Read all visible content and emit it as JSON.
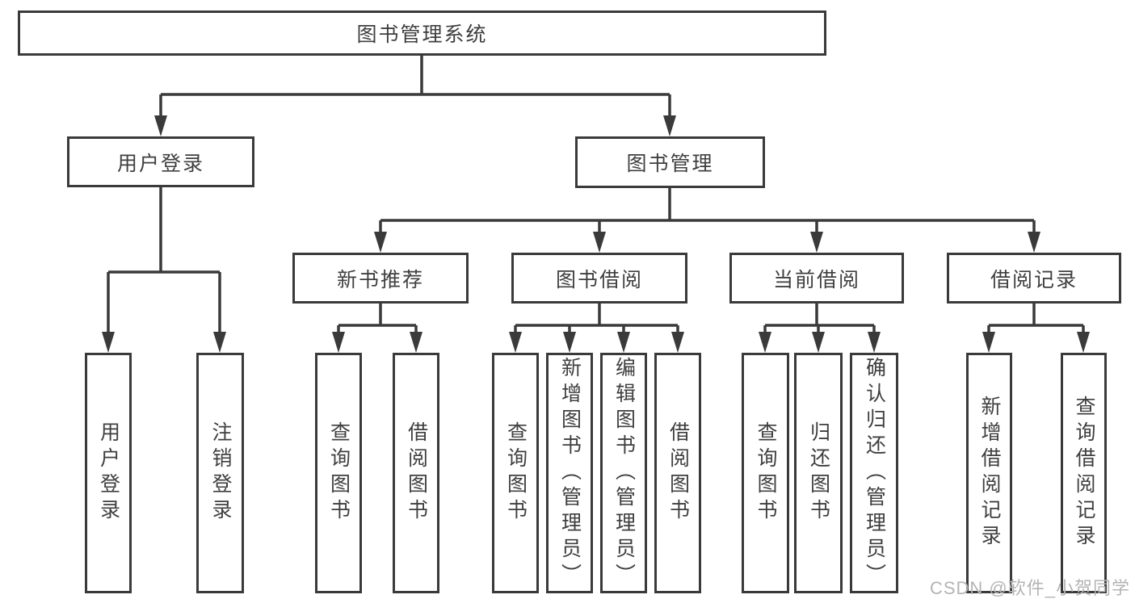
{
  "diagram_type": "hierarchy-tree",
  "nodes": {
    "root": {
      "label": "图书管理系统"
    },
    "user_login": {
      "label": "用户登录"
    },
    "book_mgmt": {
      "label": "图书管理"
    },
    "new_rec": {
      "label": "新书推荐"
    },
    "book_borrow": {
      "label": "图书借阅"
    },
    "current_borrow": {
      "label": "当前借阅"
    },
    "borrow_records": {
      "label": "借阅记录"
    },
    "leaf_user_login": {
      "label": "用户登录"
    },
    "leaf_logout": {
      "label": "注销登录"
    },
    "leaf_rec_query": {
      "label": "查询图书"
    },
    "leaf_rec_borrow": {
      "label": "借阅图书"
    },
    "leaf_bb_query": {
      "label": "查询图书"
    },
    "leaf_bb_add": {
      "label": "新增图书（管理员）"
    },
    "leaf_bb_edit": {
      "label": "编辑图书（管理员）"
    },
    "leaf_bb_borrow": {
      "label": "借阅图书"
    },
    "leaf_cb_query": {
      "label": "查询图书"
    },
    "leaf_cb_return": {
      "label": "归还图书"
    },
    "leaf_cb_confirm": {
      "label": "确认归还（管理员）"
    },
    "leaf_br_add": {
      "label": "新增借阅记录"
    },
    "leaf_br_query": {
      "label": "查询借阅记录"
    }
  },
  "hierarchy": {
    "图书管理系统": {
      "用户登录": [
        "用户登录",
        "注销登录"
      ],
      "图书管理": {
        "新书推荐": [
          "查询图书",
          "借阅图书"
        ],
        "图书借阅": [
          "查询图书",
          "新增图书（管理员）",
          "编辑图书（管理员）",
          "借阅图书"
        ],
        "当前借阅": [
          "查询图书",
          "归还图书",
          "确认归还（管理员）"
        ],
        "借阅记录": [
          "新增借阅记录",
          "查询借阅记录"
        ]
      }
    }
  },
  "watermark": {
    "text": "CSDN @软件_小贺同学",
    "color": "#b4b4b4"
  },
  "colors": {
    "line": "#3a3a3a",
    "text": "#3f3f3f",
    "background": "#ffffff"
  }
}
